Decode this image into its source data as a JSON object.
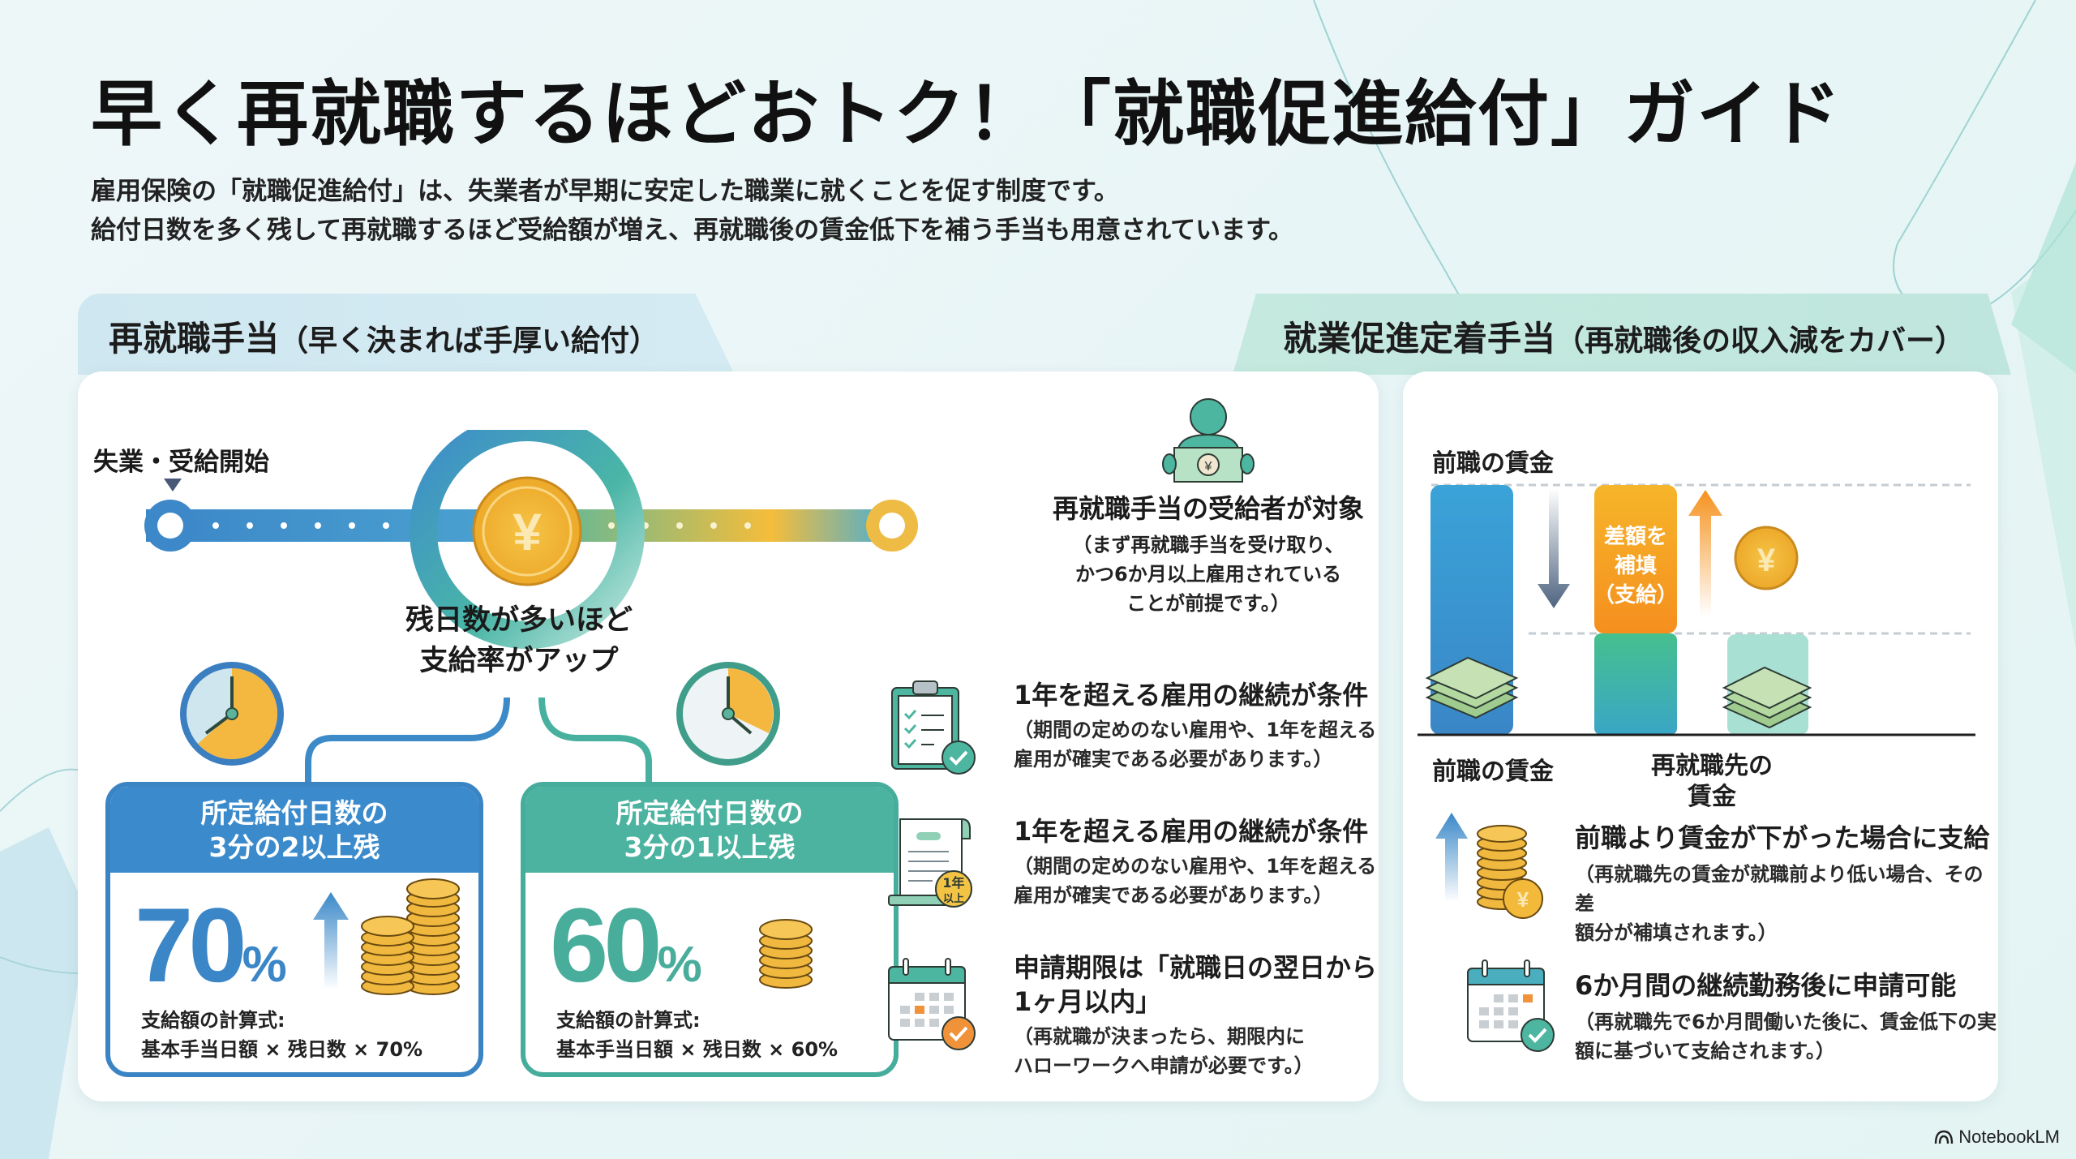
{
  "header": {
    "title": "早く再就職するほどおトク！「就職促進給付」ガイド",
    "intro_line1": "雇用保険の「就職促進給付」は、失業者が早期に安定した職業に就くことを促す制度です。",
    "intro_line2": "給付日数を多く残して再就職するほど受給額が増え、再就職後の賃金低下を補う手当も用意されています。"
  },
  "left_section": {
    "tab_title": "再就職手当",
    "tab_subtitle": "（早く決まれば手厚い給付）",
    "timeline": {
      "start_label": "失業・受給開始",
      "center_caption_line1": "残日数が多いほど",
      "center_caption_line2": "支給率がアップ"
    },
    "cards": [
      {
        "head_line1": "所定給付日数の",
        "head_line2": "3分の2以上残",
        "rate_value": "70",
        "rate_sign": "%",
        "formula_label": "支給額の計算式:",
        "formula": "基本手当日額 × 残日数 × 70%"
      },
      {
        "head_line1": "所定給付日数の",
        "head_line2": "3分の1以上残",
        "rate_value": "60",
        "rate_sign": "%",
        "formula_label": "支給額の計算式:",
        "formula": "基本手当日額 × 残日数 × 60%"
      }
    ],
    "target": {
      "title": "再就職手当の受給者が対象",
      "desc_line1": "（まず再就職手当を受け取り、",
      "desc_line2": "かつ6か月以上雇用されている",
      "desc_line3": "ことが前提です。）"
    },
    "conditions": [
      {
        "icon": "clipboard-check-icon",
        "title": "1年を超える雇用の継続が条件",
        "desc_line1": "（期間の定めのない雇用や、1年を超える",
        "desc_line2": "雇用が確実である必要があります。）"
      },
      {
        "icon": "document-1year-icon",
        "badge_line1": "1年",
        "badge_line2": "以上",
        "title": "1年を超える雇用の継続が条件",
        "desc_line1": "（期間の定めのない雇用や、1年を超える",
        "desc_line2": "雇用が確実である必要があります。）"
      },
      {
        "icon": "calendar-check-icon",
        "title_line1": "申請期限は「就職日の翌日から",
        "title_line2": "1ヶ月以内」",
        "desc_line1": "（再就職が決まったら、期限内に",
        "desc_line2": "ハローワークへ申請が必要です。）"
      }
    ]
  },
  "right_section": {
    "tab_title": "就業促進定着手当",
    "tab_subtitle": "（再就職後の収入減をカバー）",
    "chart": {
      "top_label": "前職の賃金",
      "bar1_label": "前職の賃金",
      "bar2_label_line1": "再就職先の",
      "bar2_label_line2": "賃金",
      "gap_label_line1": "差額を",
      "gap_label_line2": "補填",
      "gap_label_line3": "（支給）"
    },
    "items": [
      {
        "icon": "coins-up-arrow-icon",
        "title": "前職より賃金が下がった場合に支給",
        "desc_line1": "（再就職先の賃金が就職前より低い場合、その差",
        "desc_line2": "額分が補填されます。）"
      },
      {
        "icon": "calendar-check-icon",
        "title": "6か月間の継続勤務後に申請可能",
        "desc_line1": "（再就職先で6か月間働いた後に、賃金低下の実",
        "desc_line2": "額に基づいて支給されます。）"
      }
    ]
  },
  "brand": {
    "name": "NotebookLM"
  },
  "colors": {
    "blue": "#3b8bcc",
    "teal": "#4cb3a0",
    "gold": "#f2b531",
    "orange": "#f5901e",
    "background": "#eaf6f7"
  }
}
